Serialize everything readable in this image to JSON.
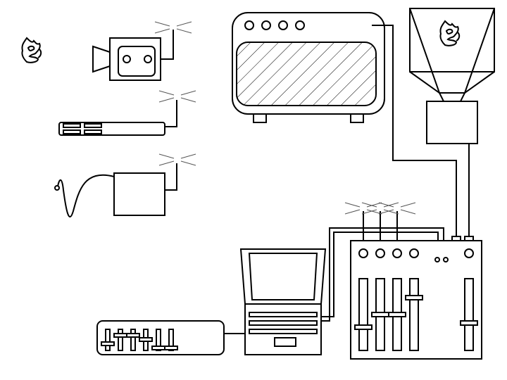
{
  "diagram": {
    "title": "",
    "colors": {
      "stroke": "#000000",
      "antenna": "#555555",
      "background": "#ffffff"
    },
    "components": [
      "fire-icon",
      "video-camera",
      "wireless-microphone",
      "bodypack-transmitter",
      "television",
      "projector",
      "audio-mixer",
      "laptop",
      "small-mixer"
    ]
  }
}
